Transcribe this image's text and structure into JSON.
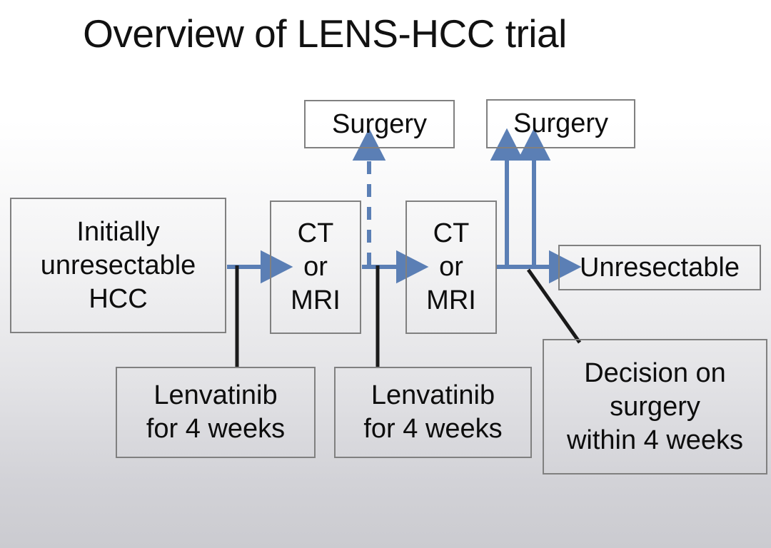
{
  "slide": {
    "title": "Overview of LENS-HCC trial",
    "background_top_color": "#ffffff",
    "background_bottom_color": "#cbcbd0"
  },
  "colors": {
    "box_border": "#808080",
    "text": "#0d0d0d",
    "arrow_blue": "#5b7fb5",
    "connector_black": "#1a1a1a"
  },
  "nodes": {
    "initially_unresectable_hcc": "Initially\nunresectable\nHCC",
    "ct_or_mri_1": "CT\nor\nMRI",
    "ct_or_mri_2": "CT\nor\nMRI",
    "surgery_1": "Surgery",
    "surgery_2": "Surgery",
    "unresectable": "Unresectable",
    "lenvatinib_1": "Lenvatinib\nfor 4 weeks",
    "lenvatinib_2": "Lenvatinib\nfor 4 weeks",
    "decision_on_surgery": "Decision on\nsurgery\nwithin 4 weeks"
  },
  "edges": [
    {
      "name": "hcc-to-ct1",
      "style": "solid-blue-arrow",
      "direction": "right"
    },
    {
      "name": "ct1-to-ct2",
      "style": "solid-blue-arrow",
      "direction": "right"
    },
    {
      "name": "ct1-to-surgery1",
      "style": "dashed-blue-arrow",
      "direction": "up"
    },
    {
      "name": "ct2-to-surgery2-a",
      "style": "solid-blue-arrow",
      "direction": "up"
    },
    {
      "name": "ct2-to-surgery2-b",
      "style": "solid-blue-arrow",
      "direction": "up"
    },
    {
      "name": "ct2-to-unresectable",
      "style": "solid-blue-arrow",
      "direction": "right"
    },
    {
      "name": "ct1-to-lenvatinib1",
      "style": "solid-black-line",
      "direction": "down"
    },
    {
      "name": "ct2-to-lenvatinib2",
      "style": "solid-black-line",
      "direction": "down"
    },
    {
      "name": "branch-to-decision",
      "style": "solid-black-line",
      "direction": "diagonal"
    }
  ]
}
